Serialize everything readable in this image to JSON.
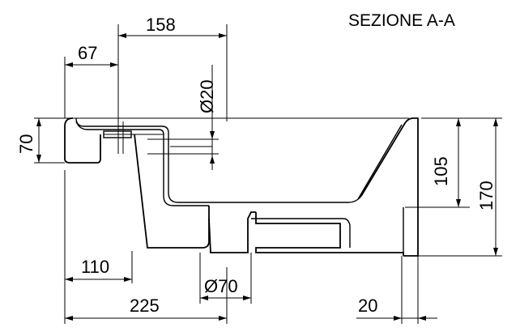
{
  "drawing": {
    "title": "SEZIONE A-A",
    "dimensions": {
      "top_width": "158",
      "rim_inset": "67",
      "hole_diameter": "Ø20",
      "rim_height": "70",
      "inner_depth": "105",
      "total_height": "170",
      "base_offset": "110",
      "total_depth": "225",
      "drain_diameter": "Ø70",
      "wall_thickness": "20"
    }
  }
}
